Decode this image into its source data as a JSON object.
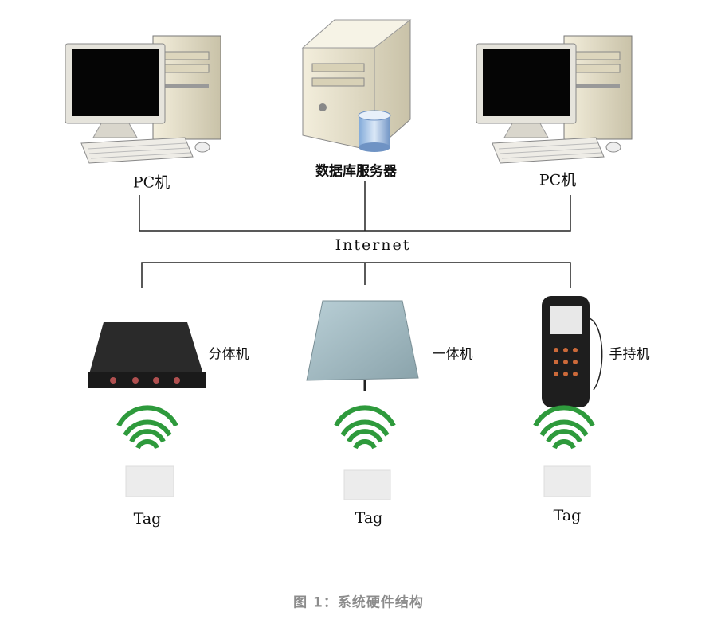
{
  "nodes": {
    "pc_left": "PC机",
    "server": "数据库服务器",
    "pc_right": "PC机",
    "network": "Internet",
    "reader_split": "分体机",
    "reader_integrated": "一体机",
    "reader_handheld": "手持机",
    "tag_1": "Tag",
    "tag_2": "Tag",
    "tag_3": "Tag"
  },
  "caption": "图 1：系统硬件结构",
  "colors": {
    "wave": "#2e9a3c",
    "line": "#222222",
    "caption": "#8c8c8c"
  }
}
